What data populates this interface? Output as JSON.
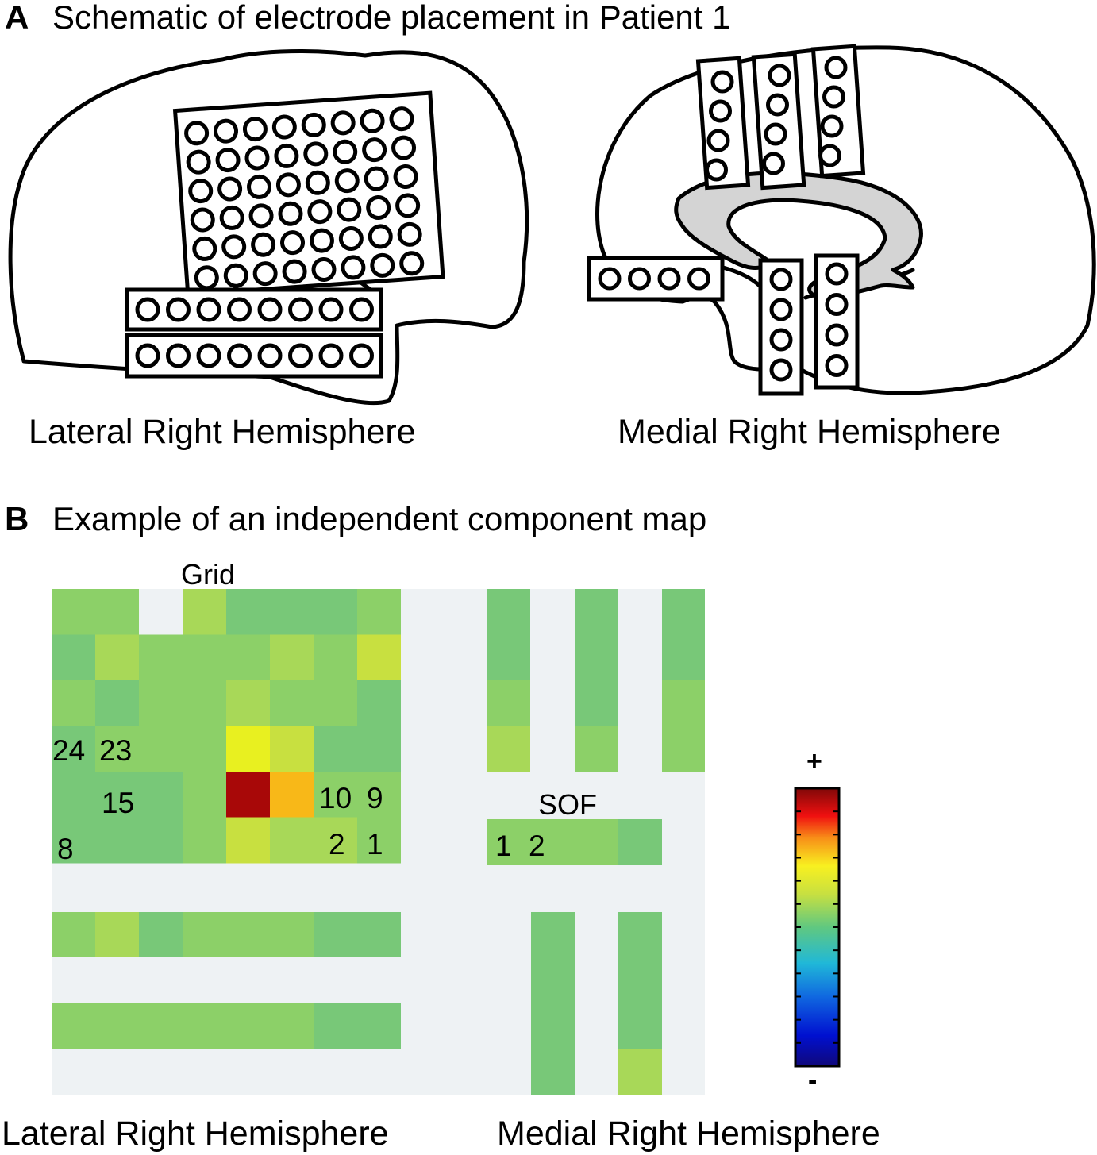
{
  "panel_a": {
    "letter": "A",
    "title": "Schematic of electrode placement in Patient 1",
    "left_label": "Lateral Right Hemisphere",
    "right_label": "Medial Right Hemisphere"
  },
  "panel_b": {
    "letter": "B",
    "title": "Example of an independent component map",
    "grid_label": "Grid",
    "sof_label": "SOF",
    "left_label": "Lateral Right Hemisphere",
    "right_label": "Medial Right Hemisphere",
    "grid_numbers": [
      "24",
      "23",
      "15",
      "10",
      "9",
      "8",
      "2",
      "1"
    ],
    "sof_numbers": [
      "1",
      "2"
    ],
    "colorbar": {
      "plus": "+",
      "minus": "-"
    }
  },
  "colors": {
    "outline": "#000000",
    "callosum": "#d4d4d4",
    "background_cell": "#eef2f4",
    "green_a": "#78c878",
    "green_b": "#8cd068",
    "green_light": "#a8d858",
    "yellow_green": "#c8e040",
    "yellow_bright": "#e8f020",
    "orange": "#f8b818",
    "dark_red": "#a80808"
  }
}
